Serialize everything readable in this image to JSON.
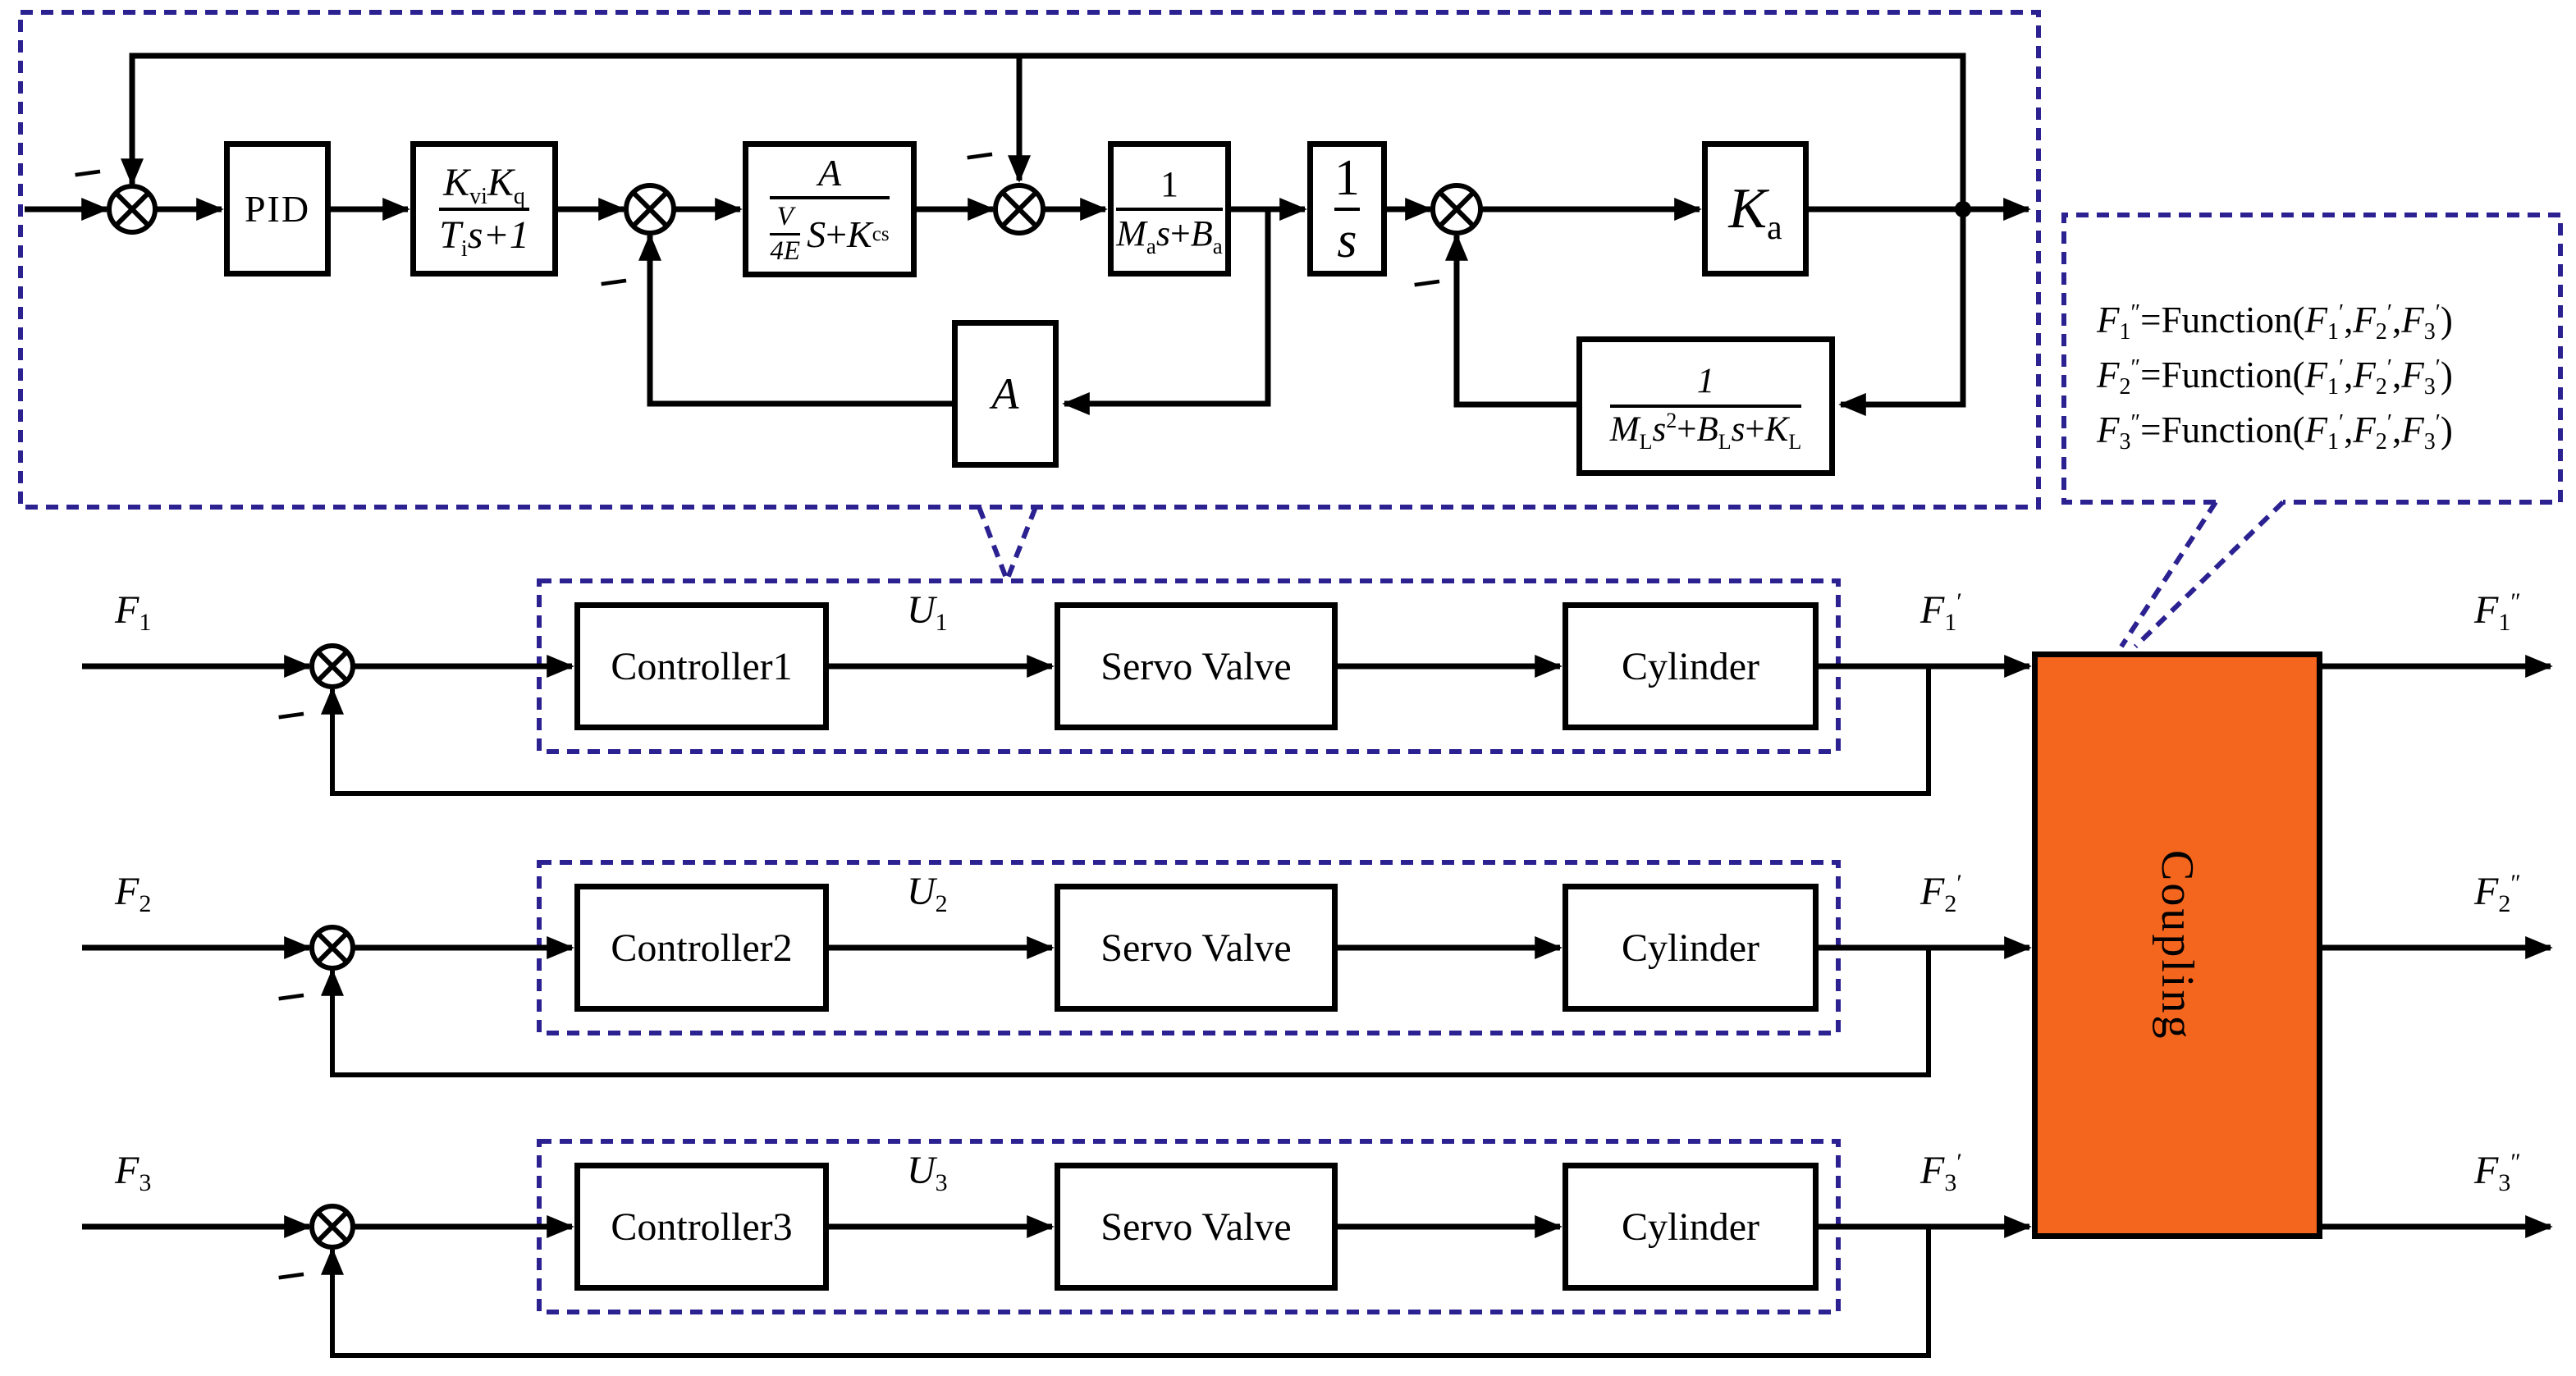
{
  "symbols": {
    "minus": "−"
  },
  "colors": {
    "dashed_blue": "#2b2191",
    "coupling_orange": "#f4651e",
    "wire_black": "#000000"
  },
  "detail_loop": {
    "pid_label": "PID",
    "gain_block": {
      "k1": "K",
      "k1_sub": "vi",
      "k2": "K",
      "k2_sub": "q",
      "den_t": "T",
      "den_t_sub": "i",
      "den_rest": "s+1"
    },
    "valve_block": {
      "num": "A",
      "mini_num": "V",
      "mini_den": "4E",
      "s": "S",
      "plus": "+",
      "k": "K",
      "k_sub": "cs"
    },
    "actuator_block": {
      "num": "1",
      "m": "M",
      "m_sub": "a",
      "s": "s",
      "plus": "+",
      "b": "B",
      "b_sub": "a"
    },
    "integrator_block": {
      "num": "1",
      "den": "s"
    },
    "gain_ka_block": {
      "k": "K",
      "k_sub": "a"
    },
    "area_block": {
      "label": "A"
    },
    "load_block": {
      "num": "1",
      "m": "M",
      "m_sub": "L",
      "s1": "s",
      "s1_sup": "2",
      "plus1": "+",
      "b": "B",
      "b_sub": "L",
      "s2": "s",
      "plus2": "+",
      "k": "K",
      "k_sub": "L"
    }
  },
  "channels": [
    {
      "input_base": "F",
      "input_sub": "1",
      "controller": "Controller1",
      "signal_base": "U",
      "signal_sub": "1",
      "servo": "Servo Valve",
      "cylinder": "Cylinder",
      "out_base": "F",
      "out_sub": "1",
      "out_sup": "′",
      "final_base": "F",
      "final_sub": "1",
      "final_sup": "″"
    },
    {
      "input_base": "F",
      "input_sub": "2",
      "controller": "Controller2",
      "signal_base": "U",
      "signal_sub": "2",
      "servo": "Servo Valve",
      "cylinder": "Cylinder",
      "out_base": "F",
      "out_sub": "2",
      "out_sup": "′",
      "final_base": "F",
      "final_sub": "2",
      "final_sup": "″"
    },
    {
      "input_base": "F",
      "input_sub": "3",
      "controller": "Controller3",
      "signal_base": "U",
      "signal_sub": "3",
      "servo": "Servo Valve",
      "cylinder": "Cylinder",
      "out_base": "F",
      "out_sub": "3",
      "out_sup": "′",
      "final_base": "F",
      "final_sub": "3",
      "final_sup": "″"
    }
  ],
  "coupling": {
    "label": "Coupling"
  },
  "coupling_note": {
    "lines": [
      {
        "lhs": "F",
        "lhs_sub": "1",
        "lhs_sup": "″",
        "mid": "=Function(",
        "a1": "F",
        "a1_sub": "1",
        "a1_sup": "′",
        "c1": ",",
        "a2": "F",
        "a2_sub": "2",
        "a2_sup": "′",
        "c2": ",",
        "a3": "F",
        "a3_sub": "3",
        "a3_sup": "′",
        "close": ")"
      },
      {
        "lhs": "F",
        "lhs_sub": "2",
        "lhs_sup": "″",
        "mid": "=Function(",
        "a1": "F",
        "a1_sub": "1",
        "a1_sup": "′",
        "c1": ",",
        "a2": "F",
        "a2_sub": "2",
        "a2_sup": "′",
        "c2": ",",
        "a3": "F",
        "a3_sub": "3",
        "a3_sup": "′",
        "close": ")"
      },
      {
        "lhs": "F",
        "lhs_sub": "3",
        "lhs_sup": "″",
        "mid": "=Function(",
        "a1": "F",
        "a1_sub": "1",
        "a1_sup": "′",
        "c1": ",",
        "a2": "F",
        "a2_sub": "2",
        "a2_sup": "′",
        "c2": ",",
        "a3": "F",
        "a3_sub": "3",
        "a3_sup": "′",
        "close": ")"
      }
    ]
  }
}
